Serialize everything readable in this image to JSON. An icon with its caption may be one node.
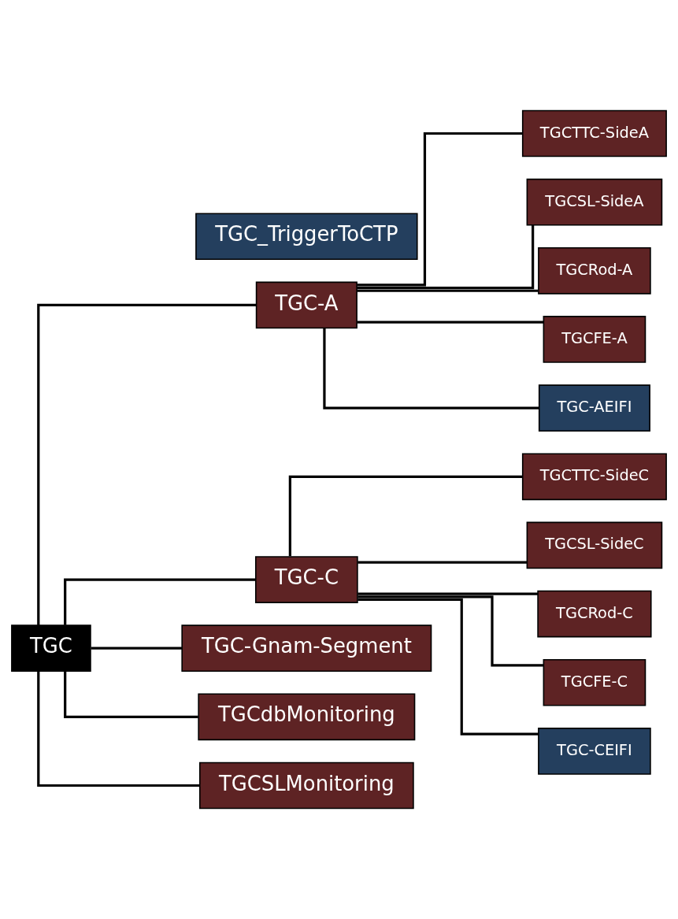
{
  "diagram": {
    "nodes": [
      {
        "text": [
          "TGC"
        ]
      },
      {
        "text": [
          "TGC-A"
        ]
      },
      {
        "text": [
          "TGCTTC-SideA"
        ]
      },
      {
        "text": [
          "TGCSL-SideA"
        ]
      },
      {
        "text": [
          "TGCRod-A"
        ]
      },
      {
        "text": [
          "TGCFE-A"
        ]
      },
      {
        "text": [
          "TGC-AEIFI"
        ]
      },
      {
        "text": [
          "TGC-C"
        ]
      },
      {
        "text": [
          "TGCTTC-SideC"
        ]
      },
      {
        "text": [
          "TGCSL-SideC"
        ]
      },
      {
        "text": [
          "TGCRod-C"
        ]
      },
      {
        "text": [
          "TGCFE-C"
        ]
      },
      {
        "text": [
          "TGC-CEIFI"
        ]
      },
      {
        "text": [
          "TGC-Gnam-Segment"
        ]
      },
      {
        "text": [
          "TGCdbMonitoring"
        ]
      },
      {
        "text": [
          "TGCSLMonitoring"
        ]
      },
      {
        "text": [
          "TGC_TriggerToCTP"
        ]
      }
    ],
    "edges": [
      {
        "from": 0,
        "to": 1,
        "arrow": "none"
      },
      {
        "from": 0,
        "to": 7,
        "arrow": "none"
      },
      {
        "from": 0,
        "to": 13,
        "arrow": "none"
      },
      {
        "from": 0,
        "to": 14,
        "arrow": "none"
      },
      {
        "from": 0,
        "to": 15,
        "arrow": "none"
      },
      {
        "from": 1,
        "to": 2,
        "arrow": "none"
      },
      {
        "from": 1,
        "to": 3,
        "arrow": "none"
      },
      {
        "from": 1,
        "to": 4,
        "arrow": "none"
      },
      {
        "from": 1,
        "to": 5,
        "arrow": "none"
      },
      {
        "from": 1,
        "to": 6,
        "arrow": "none"
      },
      {
        "from": 7,
        "to": 8,
        "arrow": "none"
      },
      {
        "from": 7,
        "to": 9,
        "arrow": "none"
      },
      {
        "from": 7,
        "to": 10,
        "arrow": "none"
      },
      {
        "from": 7,
        "to": 11,
        "arrow": "none"
      },
      {
        "from": 7,
        "to": 12,
        "arrow": "none"
      }
    ]
  }
}
